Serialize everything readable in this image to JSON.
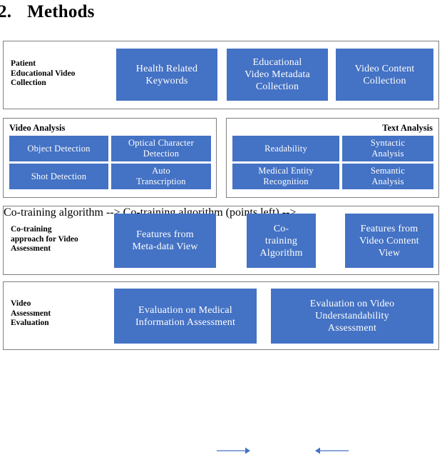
{
  "heading": {
    "number": "2.",
    "title": "Methods"
  },
  "colors": {
    "box_fill": "#4472C4",
    "box_text": "#FFFFFF",
    "panel_border": "#7F7F7F",
    "arrow": "#4472C4",
    "page_background": "#FFFFFF"
  },
  "panels": [
    {
      "id": "patient-educational-video-collection",
      "stage_label": "Patient\nEducational Video\nCollection",
      "boxes": [
        {
          "label": "Health Related\nKeywords"
        },
        {
          "label": "Educational\nVideo Metadata\nCollection"
        },
        {
          "label": "Video Content\nCollection"
        }
      ]
    },
    {
      "id": "video-analysis",
      "title": "Video Analysis",
      "title_align": "left",
      "boxes": [
        {
          "label": "Object Detection"
        },
        {
          "label": "Optical Character\nDetection"
        },
        {
          "label": "Shot Detection"
        },
        {
          "label": "Auto\nTranscription"
        }
      ]
    },
    {
      "id": "text-analysis",
      "title": "Text Analysis",
      "title_align": "right",
      "boxes": [
        {
          "label": "Readability"
        },
        {
          "label": "Syntactic\nAnalysis"
        },
        {
          "label": "Medical Entity\nRecognition"
        },
        {
          "label": "Semantic\nAnalysis"
        }
      ]
    },
    {
      "id": "co-training-approach",
      "stage_label": "Co-training\napproach for Video\nAssessment",
      "boxes": [
        {
          "label": "Features from\nMeta-data View"
        },
        {
          "label": "Co-\ntraining\nAlgorithm"
        },
        {
          "label": "Features from\nVideo Content\nView"
        }
      ],
      "arrows": [
        {
          "direction": "right",
          "from": "Features from Meta-data View",
          "to": "Co-training Algorithm"
        },
        {
          "direction": "left",
          "from": "Features from Video Content View",
          "to": "Co-training Algorithm"
        }
      ]
    },
    {
      "id": "video-assessment-evaluation",
      "stage_label": "Video\nAssessment\nEvaluation",
      "boxes": [
        {
          "label": "Evaluation on Medical\nInformation Assessment"
        },
        {
          "label": "Evaluation on Video\nUnderstandability\nAssessment"
        }
      ]
    }
  ]
}
